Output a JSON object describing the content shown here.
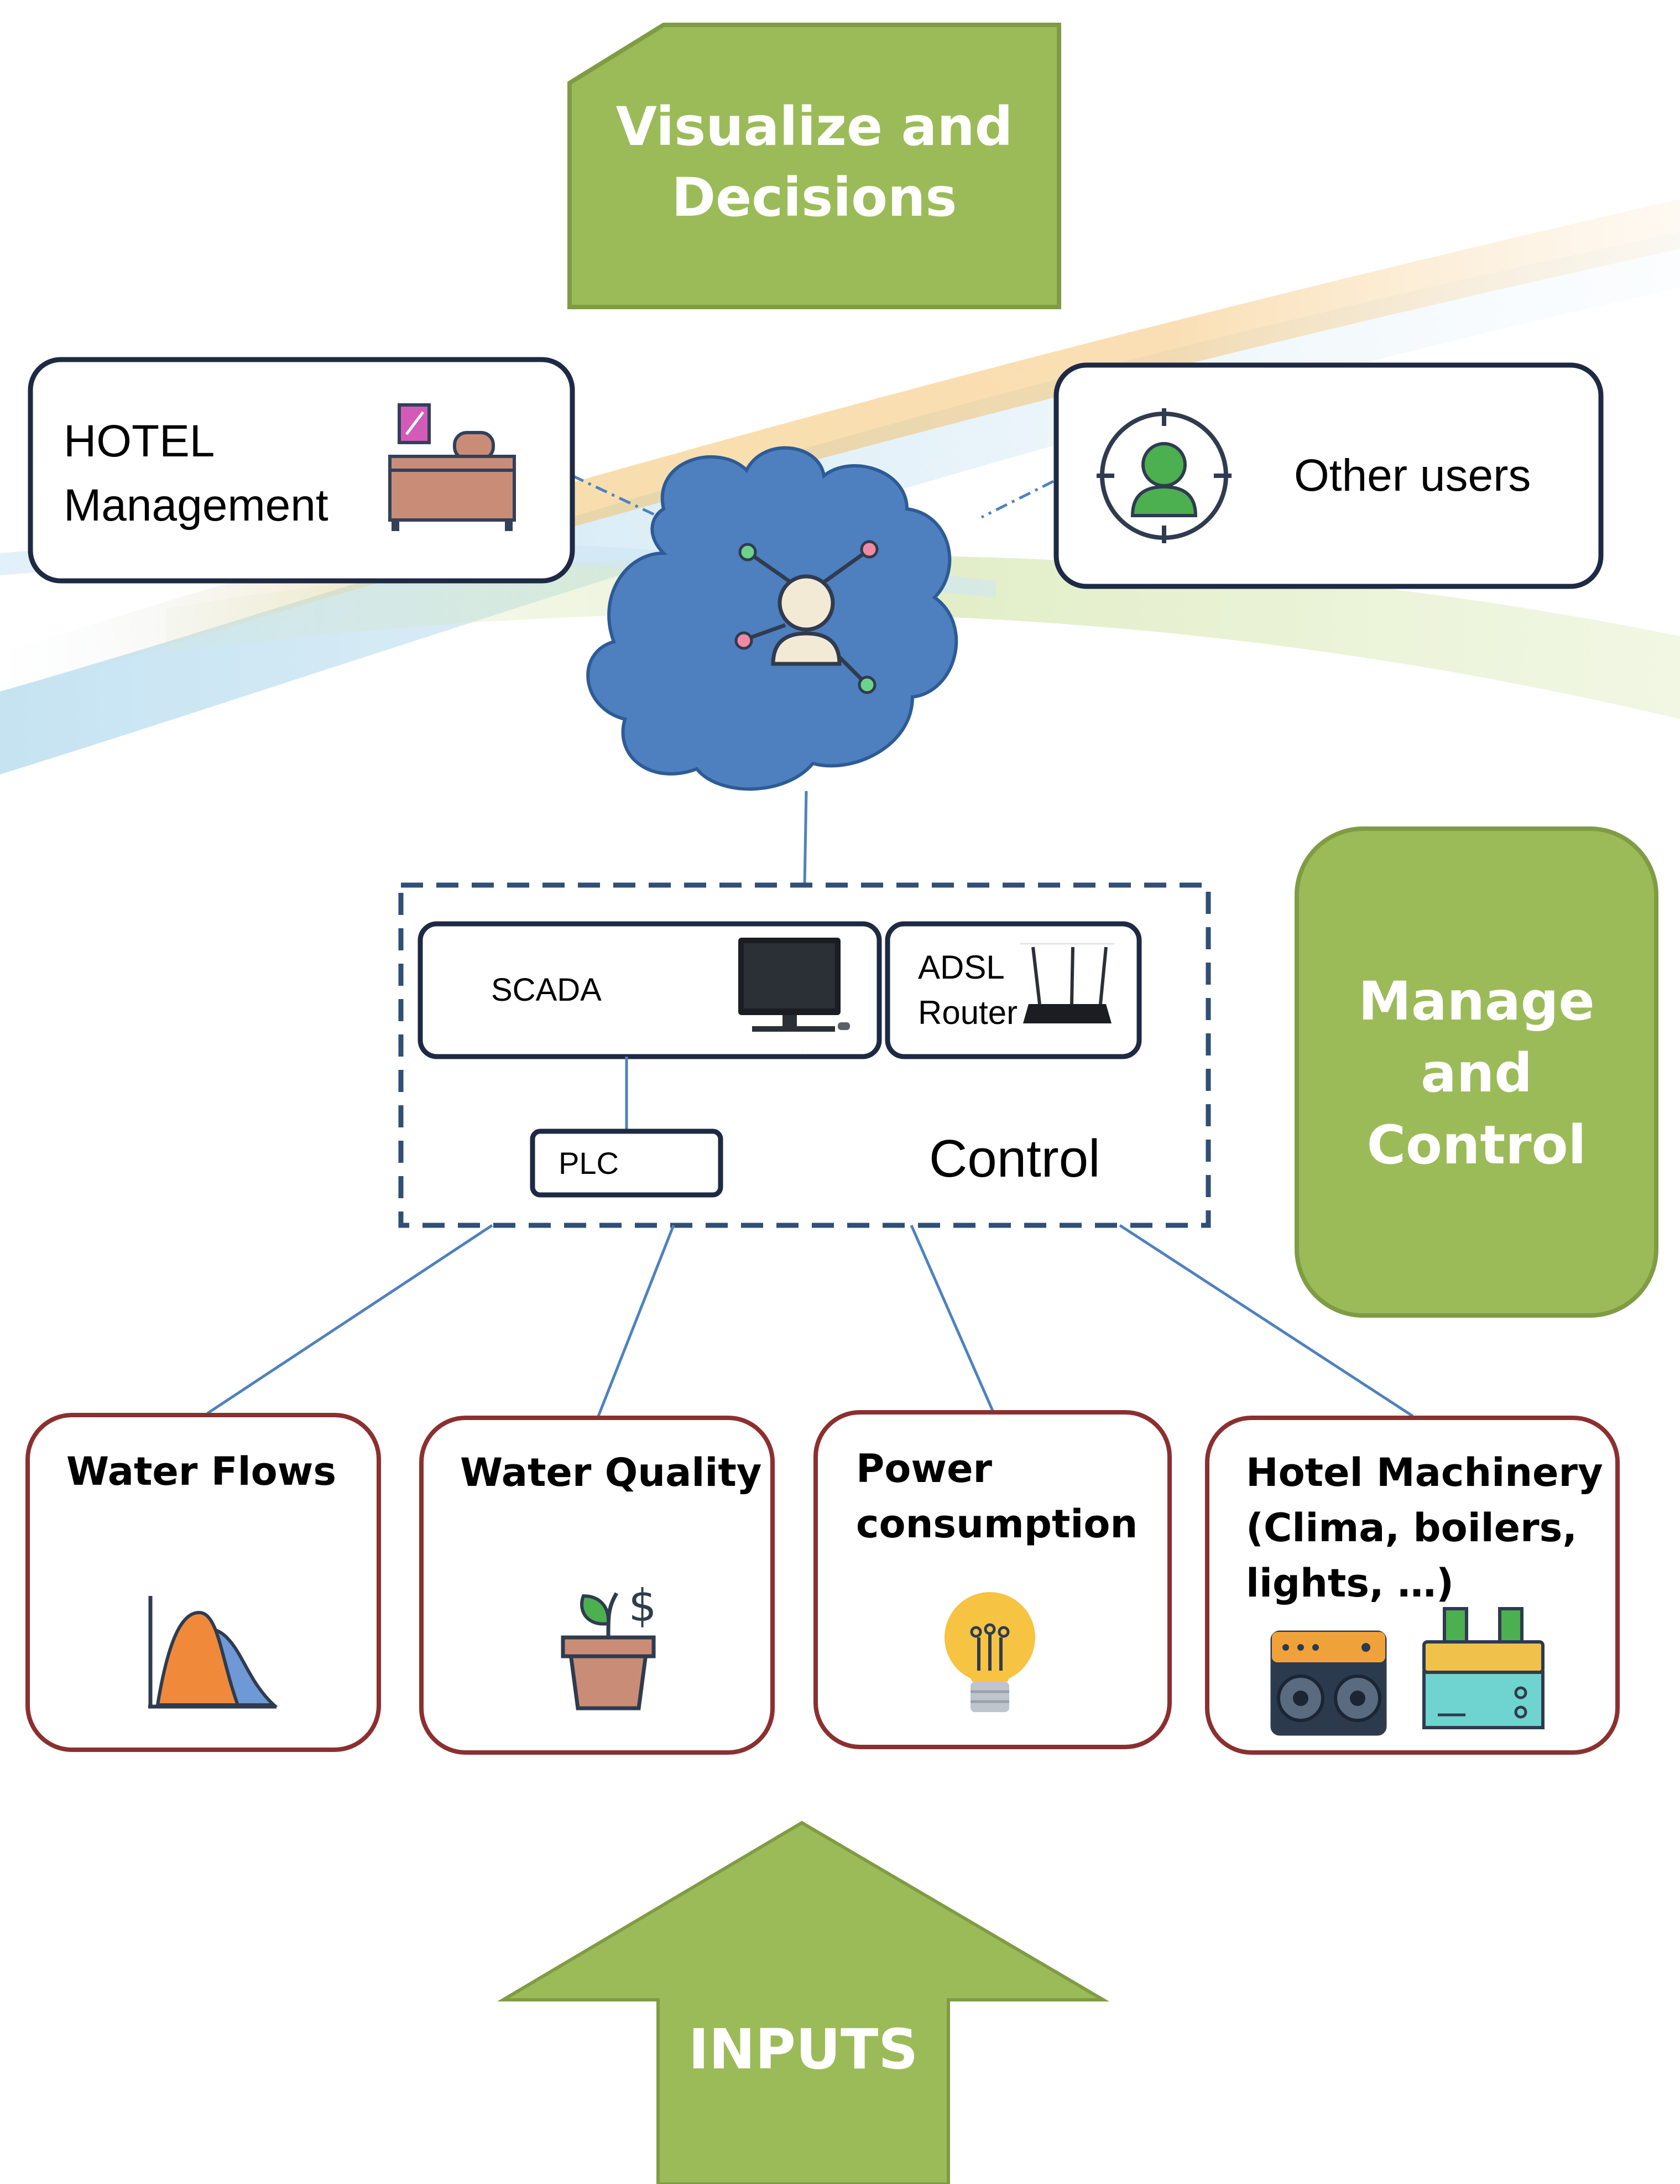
{
  "colors": {
    "green": "#9bbb59",
    "green_border": "#7f9c44",
    "navy": "#1e2a44",
    "cloud": "#4e7fbf",
    "dashed": "#2f4f76",
    "connector": "#4f81bd",
    "input_border": "#8c2f2f"
  },
  "top_box": {
    "label": "Visualize and\nDecisions"
  },
  "hotel_box": {
    "label": "HOTEL\nManagement",
    "icon": "desk-icon"
  },
  "users_box": {
    "label": "Other users",
    "icon": "user-target-icon"
  },
  "cloud": {
    "icon": "network-user-icon"
  },
  "control": {
    "scada_label": "SCADA",
    "scada_icon": "monitor-icon",
    "router_label": "ADSL\nRouter",
    "router_icon": "router-icon",
    "plc_label": "PLC",
    "group_label": "Control"
  },
  "manage_box": {
    "label": "Manage\nand\nControl"
  },
  "inputs": [
    {
      "label": "Water Flows",
      "icon": "distribution-chart-icon"
    },
    {
      "label": "Water Quality",
      "icon": "plant-pot-dollar-icon"
    },
    {
      "label": "Power\nconsumption",
      "icon": "light-bulb-icon"
    },
    {
      "label": "Hotel Machinery\n(Clima, boilers,\nlights, …)",
      "icon": "machinery-icon"
    }
  ],
  "arrow": {
    "label": "INPUTS"
  }
}
